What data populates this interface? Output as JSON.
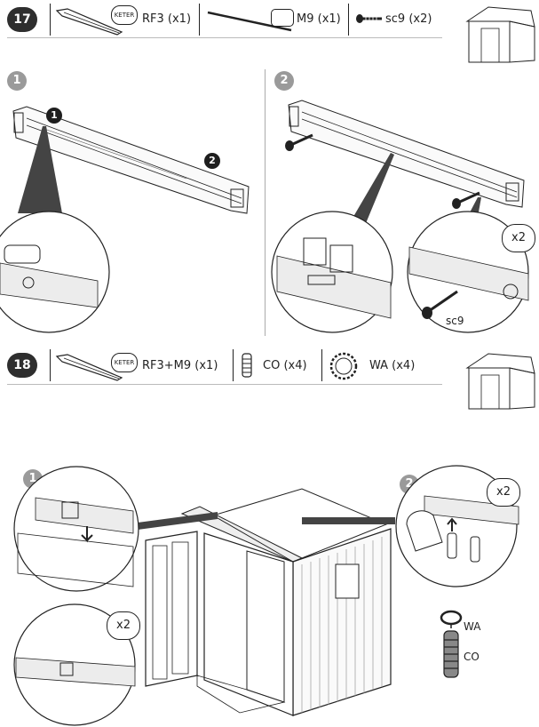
{
  "step17": {
    "number": "17",
    "parts": [
      {
        "code": "RF3 (x1)",
        "logo": "KETER"
      },
      {
        "code": "M9 (x1)"
      },
      {
        "code": "sc9 (x2)"
      }
    ],
    "sub1": "1",
    "sub2": "2",
    "callout1": "1",
    "callout2": "2",
    "bubble_count": "x2",
    "screw_label": "sc9"
  },
  "step18": {
    "number": "18",
    "parts": [
      {
        "code": "RF3+M9 (x1)",
        "logo": "KETER"
      },
      {
        "code": "CO (x4)"
      },
      {
        "code": "WA (x4)"
      }
    ],
    "sub1": "1",
    "sub2": "2",
    "bubble_count_left": "x2",
    "bubble_count_right": "x2",
    "wa_label": "WA",
    "co_label": "CO"
  },
  "icons": [
    "shed-thumbnail-icon",
    "roof-beam-icon",
    "bar-icon",
    "screw-icon",
    "connector-icon",
    "washer-icon"
  ]
}
